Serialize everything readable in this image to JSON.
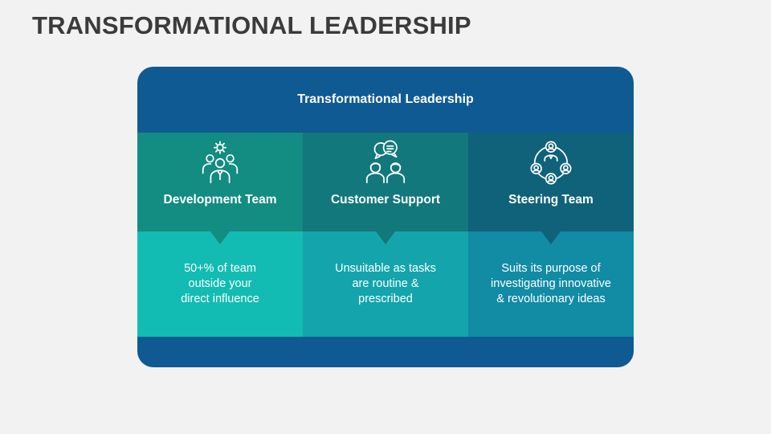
{
  "slide": {
    "title": "TRANSFORMATIONAL LEADERSHIP"
  },
  "panel": {
    "header": "Transformational Leadership",
    "colors": {
      "frame": "#0f5a93"
    },
    "columns": [
      {
        "icon": "development-team-icon",
        "title": "Development Team",
        "description_lines": [
          "50+% of team",
          "outside your",
          "direct influence"
        ],
        "top_color": "#138c82",
        "bottom_color": "#13bcb2"
      },
      {
        "icon": "customer-support-icon",
        "title": "Customer Support",
        "description_lines": [
          "Unsuitable as tasks",
          "are routine &",
          "prescribed"
        ],
        "top_color": "#12787b",
        "bottom_color": "#13a5ab"
      },
      {
        "icon": "steering-team-icon",
        "title": "Steering Team",
        "description_lines": [
          "Suits its purpose of",
          "investigating innovative",
          "& revolutionary ideas"
        ],
        "top_color": "#10627a",
        "bottom_color": "#128ba4"
      }
    ]
  }
}
